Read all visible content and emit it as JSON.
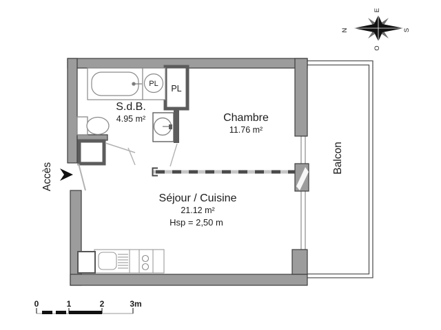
{
  "floorplan": {
    "rooms": {
      "sdb": {
        "name": "S.d.B.",
        "area": "4.95 m²"
      },
      "chambre": {
        "name": "Chambre",
        "area": "11.76 m²"
      },
      "sejour": {
        "name": "Séjour / Cuisine",
        "area": "21.12 m²",
        "ceiling_height": "Hsp = 2,50 m"
      },
      "balcon": {
        "name": "Balcon"
      }
    },
    "labels": {
      "access": "Accès",
      "closet_small": "PL",
      "closet_large": "PL"
    },
    "compass": {
      "north": "N",
      "east": "E",
      "south": "S",
      "west": "O"
    },
    "scale_bar": {
      "tick0": "0",
      "tick1": "1",
      "tick2": "2",
      "tick3": "3m"
    },
    "colors": {
      "wall": "#9c9c9c",
      "wall_outline": "#3c3c3c",
      "interior_wall": "#5c5c5c",
      "text": "#1c1c1c"
    }
  }
}
